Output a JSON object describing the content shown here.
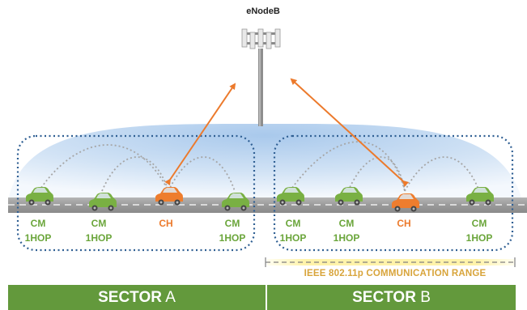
{
  "tower_label": "eNodeB",
  "vehicles": {
    "a1": {
      "role": "CM",
      "hop": "1HOP"
    },
    "a2": {
      "role": "CM",
      "hop": "1HOP"
    },
    "a3": {
      "role": "CH"
    },
    "a4": {
      "role": "CM",
      "hop": "1HOP"
    },
    "b1": {
      "role": "CM",
      "hop": "1HOP"
    },
    "b2": {
      "role": "CM",
      "hop": "1HOP"
    },
    "b3": {
      "role": "CH"
    },
    "b4": {
      "role": "CM",
      "hop": "1HOP"
    }
  },
  "range_label": "IEEE 802.11p COMMUNICATION RANGE",
  "sectors": [
    {
      "word": "SECTOR",
      "letter": "A"
    },
    {
      "word": "SECTOR",
      "letter": "B"
    }
  ],
  "colors": {
    "cm": "#6aa53a",
    "ch": "#ec7a2c",
    "sector_bar": "#63993c",
    "cluster_border": "#2f5f93",
    "link": "#ec7a2c",
    "range": "#d8a43a"
  }
}
